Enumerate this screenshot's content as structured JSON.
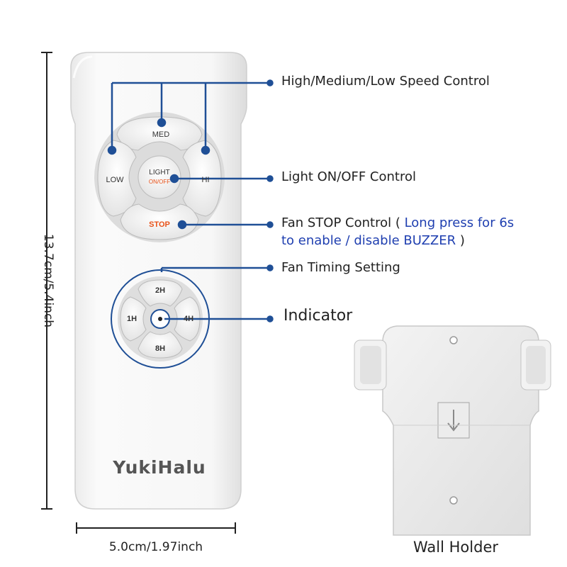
{
  "remote": {
    "brand": "YukiHalu",
    "buttons": {
      "med": "MED",
      "low": "LOW",
      "hi": "HI",
      "light": "LIGHT",
      "light_sub": "ON/OFF",
      "stop": "STOP",
      "t2h": "2H",
      "t1h": "1H",
      "t4h": "4H",
      "t8h": "8H"
    }
  },
  "callouts": {
    "speed": "High/Medium/Low Speed Control",
    "light": "Light ON/OFF Control",
    "stop_prefix": "Fan STOP Control (",
    "stop_note_line1": "Long press for 6s",
    "stop_note_line2": "to enable / disable BUZZER",
    "stop_suffix": ")",
    "timing": "Fan Timing Setting",
    "indicator": "Indicator"
  },
  "dimensions": {
    "height": "13.7cm/5.4inch",
    "width": "5.0cm/1.97inch"
  },
  "wall_holder": {
    "caption": "Wall Holder"
  },
  "colors": {
    "callout_line": "#1f4f96",
    "note_text": "#1f3fb0",
    "stop_text": "#e8531a",
    "light_sub_text": "#e8531a"
  }
}
